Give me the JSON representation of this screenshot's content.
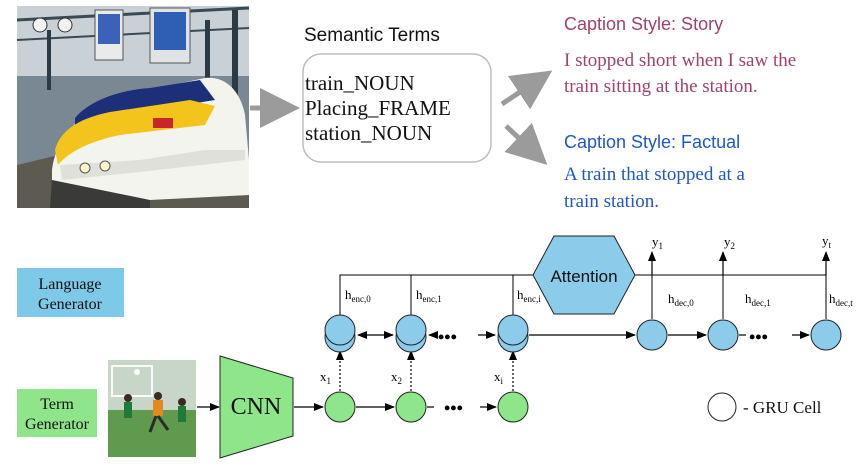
{
  "semantic_terms": {
    "title": "Semantic Terms",
    "terms": [
      "train_NOUN",
      "Placing_FRAME",
      "station_NOUN"
    ]
  },
  "captions": {
    "story": {
      "style_label": "Caption Style: Story",
      "lines": [
        "I stopped short when I saw the",
        "train sitting at the station."
      ],
      "color": "#a0416f"
    },
    "factual": {
      "style_label": "Caption Style: Factual",
      "lines": [
        "A train that stopped at a",
        "train station."
      ],
      "color": "#1f56c8"
    }
  },
  "model": {
    "language_generator": [
      "Language",
      "Generator"
    ],
    "term_generator": [
      "Term",
      "Generator"
    ],
    "cnn_label": "CNN",
    "attention_label": "Attention",
    "ellipsis": "•••",
    "legend_label": "- GRU Cell",
    "colors": {
      "blue_cell": "#8ccbea",
      "green_cell": "#8fe58a",
      "language_box": "#7ec8e8",
      "term_box": "#8fe58a",
      "attention": "#8ccbea",
      "cnn": "#8fe58a"
    },
    "labels": {
      "henc0": {
        "base": "h",
        "sub": "enc,0"
      },
      "henc1": {
        "base": "h",
        "sub": "enc,1"
      },
      "henci": {
        "base": "h",
        "sub": "enc,i"
      },
      "hdec0": {
        "base": "h",
        "sub": "dec,0"
      },
      "hdec1": {
        "base": "h",
        "sub": "dec,1"
      },
      "hdect": {
        "base": "h",
        "sub": "dec,t"
      },
      "x1": {
        "base": "x",
        "sub": "1"
      },
      "x2": {
        "base": "x",
        "sub": "2"
      },
      "xi": {
        "base": "x",
        "sub": "i"
      },
      "y1": {
        "base": "y",
        "sub": "1"
      },
      "y2": {
        "base": "y",
        "sub": "2"
      },
      "yt": {
        "base": "y",
        "sub": "t"
      }
    }
  }
}
